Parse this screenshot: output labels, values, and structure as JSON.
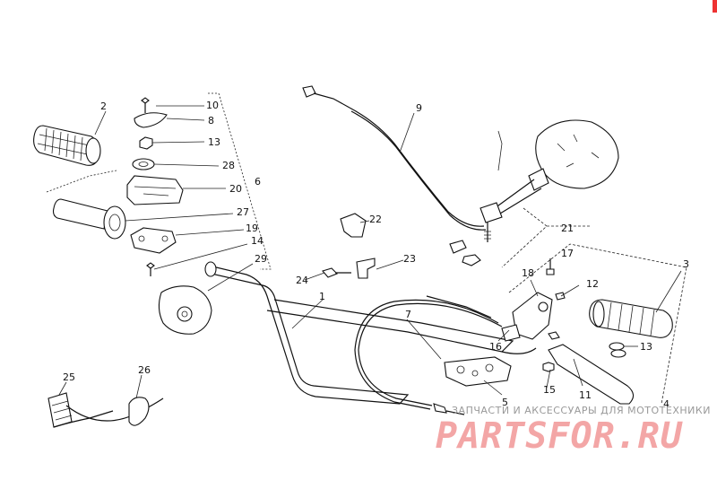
{
  "callouts": {
    "c1": "1",
    "c2": "2",
    "c3": "3",
    "c4": "4",
    "c5": "5",
    "c6": "6",
    "c7": "7",
    "c8": "8",
    "c9": "9",
    "c10": "10",
    "c11": "11",
    "c12": "12",
    "c13a": "13",
    "c13b": "13",
    "c14": "14",
    "c15": "15",
    "c16": "16",
    "c17": "17",
    "c18": "18",
    "c19": "19",
    "c20": "20",
    "c21": "21",
    "c22": "22",
    "c23": "23",
    "c24": "24",
    "c25": "25",
    "c26": "26",
    "c27": "27",
    "c28": "28",
    "c29": "29"
  },
  "watermark": {
    "tagline": "ЗАПЧАСТИ И АКСЕССУАРЫ ДЛЯ МОТОТЕХНИКИ",
    "logo": "PARTSFOR.RU"
  },
  "colors": {
    "line": "#111111",
    "watermark": "#f3a6a6",
    "corner": "#e33333"
  }
}
